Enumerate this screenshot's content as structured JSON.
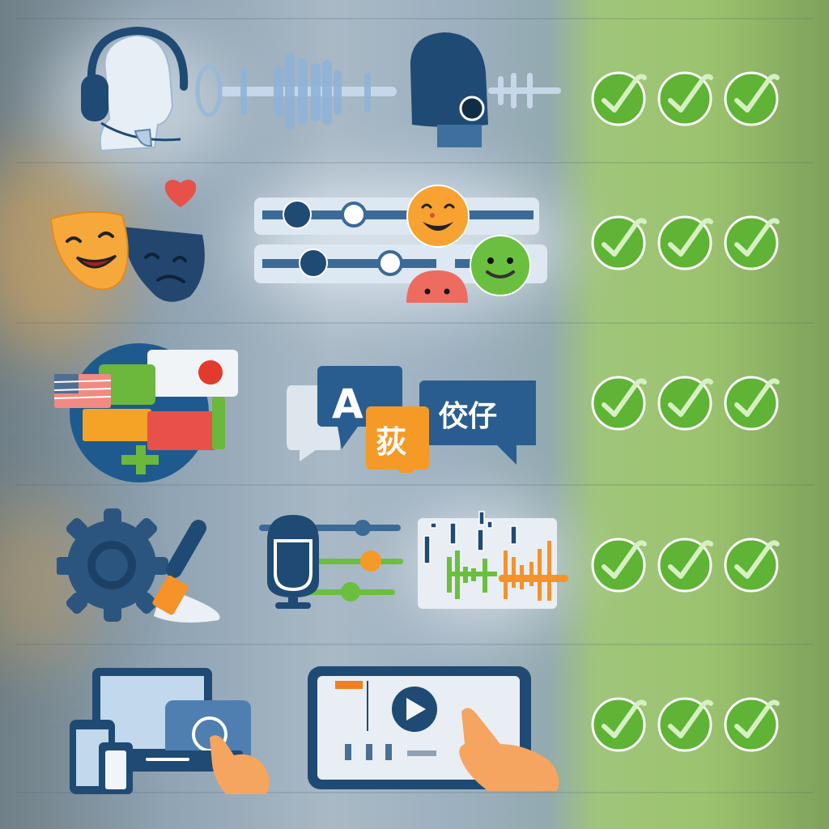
{
  "colors": {
    "navy": "#1f4a74",
    "mid_blue": "#3f6f9f",
    "light_panel": "#dfe8f0",
    "orange": "#f5922a",
    "green": "#6bb83c",
    "red": "#e8504a",
    "check_green": "#5fb335"
  },
  "rows": [
    {
      "id": "voice-conversation",
      "icons": [
        "headset-head-icon",
        "sound-wave-icon",
        "speaker-head-icon"
      ],
      "checks": 3
    },
    {
      "id": "emotion-control",
      "icons": [
        "theater-masks-icon",
        "heart-icon",
        "emotion-sliders-icon",
        "happy-face-icon",
        "calm-face-icon",
        "sad-face-icon"
      ],
      "checks": 3
    },
    {
      "id": "multilingual",
      "icons": [
        "globe-flags-icon",
        "translate-bubbles-icon"
      ],
      "bubble_text": {
        "latin": "A",
        "orange": "荻",
        "right": "佼仔"
      },
      "checks": 3
    },
    {
      "id": "voice-customization",
      "icons": [
        "gear-brush-icon",
        "microphone-mixer-icon",
        "waveform-editor-icon"
      ],
      "checks": 3
    },
    {
      "id": "cross-device",
      "icons": [
        "multi-device-touch-icon",
        "tablet-play-touch-icon"
      ],
      "checks": 3
    }
  ]
}
